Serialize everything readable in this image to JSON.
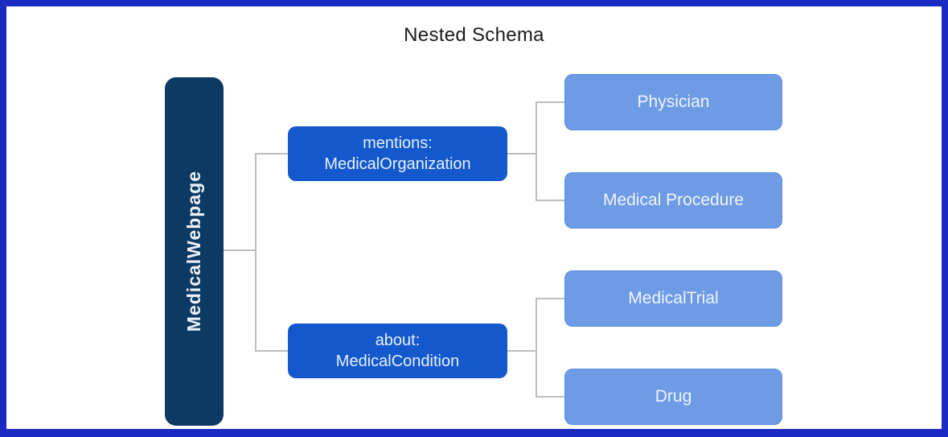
{
  "title": "Nested Schema",
  "colors": {
    "border": "#1b2ac1",
    "root_box": "#0d3a63",
    "relation_box": "#1359cd",
    "entity_box": "#6d9be5",
    "entity_border": "#5f90dd",
    "connector": "#bdbdbd",
    "title_text": "#1b1b1b",
    "box_text": "#e9f0fa"
  },
  "root": {
    "label": "MedicalWebpage"
  },
  "relations": [
    {
      "line1": "mentions:",
      "line2": "MedicalOrganization",
      "children": [
        "Physician",
        "Medical Procedure"
      ]
    },
    {
      "line1": "about:",
      "line2": "MedicalCondition",
      "children": [
        "MedicalTrial",
        "Drug"
      ]
    }
  ]
}
